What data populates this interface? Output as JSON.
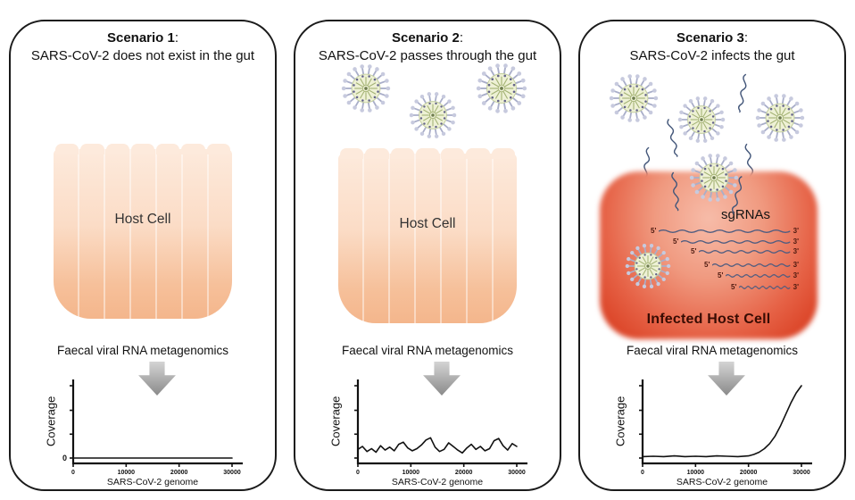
{
  "figure": {
    "panels": [
      {
        "title": "Scenario 1",
        "colon": ":",
        "subtitle": "SARS-CoV-2 does not exist in the gut",
        "cell_label": "Host Cell",
        "assay_label": "Faecal viral RNA metagenomics",
        "virus_count": 0
      },
      {
        "title": "Scenario 2",
        "colon": ":",
        "subtitle": "SARS-CoV-2 passes through the gut",
        "cell_label": "Host Cell",
        "assay_label": "Faecal viral RNA metagenomics",
        "virus_count": 3
      },
      {
        "title": "Scenario 3",
        "colon": ":",
        "subtitle": "SARS-CoV-2 infects the gut",
        "cell_label": "Infected Host Cell",
        "assay_label": "Faecal viral RNA metagenomics",
        "virus_count": 5,
        "rna_strand_count": 6,
        "sgRNA": {
          "label": "sgRNAs",
          "five_prime": "5'",
          "three_prime": "3'",
          "strand_count": 6
        }
      }
    ],
    "icons": {
      "virus": "coronavirus-particle-icon",
      "arrow": "down-block-arrow-icon",
      "rna": "rna-strand-icon"
    },
    "colors": {
      "panel_border": "#1a1a1a",
      "host_cell_top": "#fdeadc",
      "host_cell_bottom": "#f4b68c",
      "infected_cell_center": "#f7bca9",
      "infected_cell_edge": "#da4124",
      "virus_body": "#eef1d5",
      "virus_spike": "#a9aec9",
      "rna_strand": "#4e5c80",
      "arrow_gray_top": "#d2d2d2",
      "arrow_gray_bottom": "#8a8a8a",
      "axis": "#111111"
    }
  },
  "chart_data": [
    {
      "type": "line",
      "title": "Scenario 1 coverage",
      "xlabel": "SARS-CoV-2 genome",
      "ylabel": "Coverage",
      "xlim": [
        0,
        30000
      ],
      "xticks": [
        0,
        10000,
        20000,
        30000
      ],
      "y0_label": "0",
      "grid": false,
      "x": [
        0,
        30000
      ],
      "y": [
        0,
        0
      ],
      "note": "flat line at zero — no coverage"
    },
    {
      "type": "line",
      "title": "Scenario 2 coverage",
      "xlabel": "SARS-CoV-2 genome",
      "ylabel": "Coverage",
      "xlim": [
        0,
        30000
      ],
      "xticks": [
        0,
        10000,
        20000,
        30000
      ],
      "grid": false,
      "y": [
        0.12,
        0.16,
        0.09,
        0.13,
        0.08,
        0.17,
        0.11,
        0.15,
        0.1,
        0.19,
        0.22,
        0.14,
        0.1,
        0.13,
        0.18,
        0.25,
        0.28,
        0.15,
        0.09,
        0.12,
        0.21,
        0.16,
        0.11,
        0.07,
        0.14,
        0.19,
        0.12,
        0.16,
        0.1,
        0.13,
        0.24,
        0.27,
        0.17,
        0.11,
        0.2,
        0.16
      ],
      "note": "uniform low noisy coverage across whole genome"
    },
    {
      "type": "line",
      "title": "Scenario 3 coverage",
      "xlabel": "SARS-CoV-2 genome",
      "ylabel": "Coverage",
      "xlim": [
        0,
        30000
      ],
      "xticks": [
        0,
        10000,
        20000,
        30000
      ],
      "grid": false,
      "x": [
        0,
        2000,
        4000,
        6000,
        8000,
        10000,
        12000,
        14000,
        16000,
        18000,
        20000,
        21000,
        22000,
        23000,
        24000,
        25000,
        26000,
        27000,
        28000,
        29000,
        30000
      ],
      "y": [
        0.02,
        0.025,
        0.02,
        0.03,
        0.02,
        0.025,
        0.02,
        0.03,
        0.025,
        0.02,
        0.03,
        0.05,
        0.08,
        0.13,
        0.2,
        0.3,
        0.44,
        0.6,
        0.76,
        0.9,
        1.0
      ],
      "note": "near-zero coverage until ~20000 then steep rise toward 3' end"
    }
  ]
}
